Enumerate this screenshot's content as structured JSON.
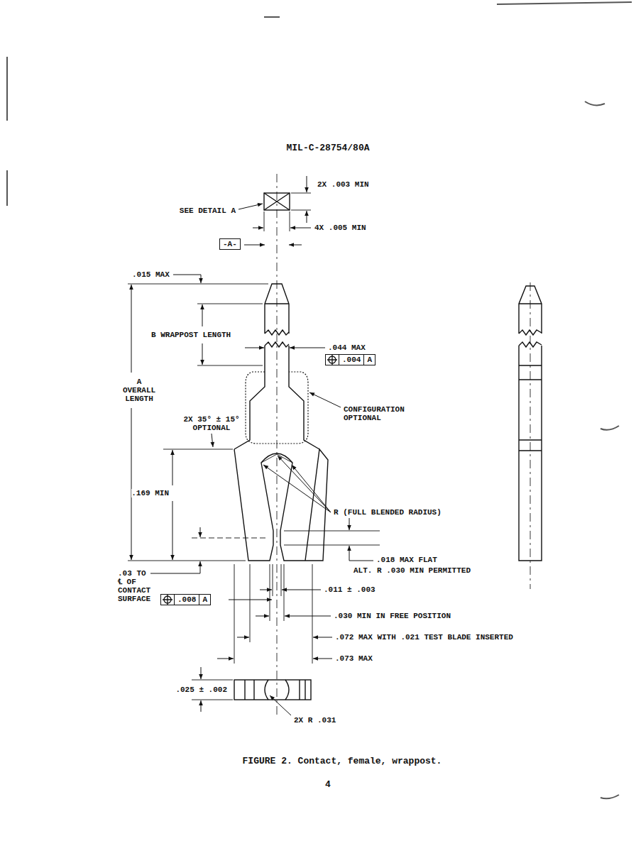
{
  "diagram": {
    "title": "MIL-C-28754/80A",
    "caption": "FIGURE 2. Contact, female, wrappost.",
    "nodes": [
      {
        "text": [
          "-A-"
        ]
      },
      {
        "text": [
          ".004",
          "A"
        ]
      },
      {
        "text": [
          ".008",
          "A"
        ]
      }
    ],
    "labels": [
      "SEE DETAIL A",
      "2X .003 MIN",
      "4X .005 MIN",
      ".015 MAX",
      "B WRAPPOST LENGTH",
      ".044 MAX",
      "A OVERALL LENGTH",
      "CONFIGURATION OPTIONAL",
      "2X 35° ± 15° OPTIONAL",
      ".169 MIN",
      "R (FULL BLENDED RADIUS)",
      ".018 MAX FLAT",
      "ALT. R .030 MIN PERMITTED",
      ".03 TO ℄ OF CONTACT SURFACE",
      ".011 ± .003",
      ".030 MIN IN FREE POSITION",
      ".072 MAX WITH .021 TEST BLADE INSERTED",
      ".073 MAX",
      ".025 ± .002",
      "2X R .031",
      "4"
    ]
  }
}
